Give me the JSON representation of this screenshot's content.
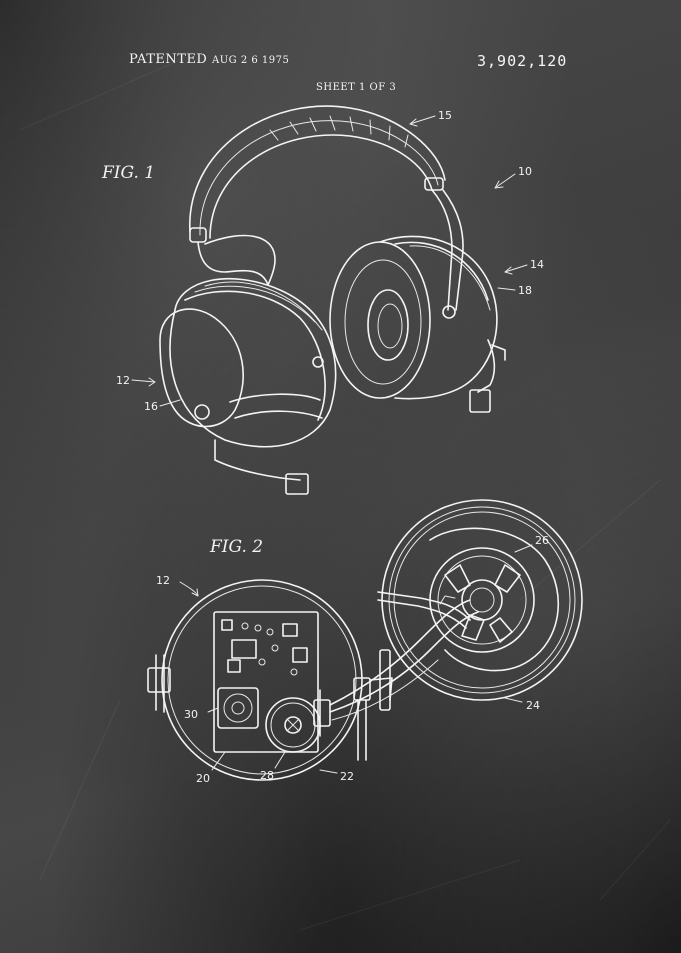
{
  "header": {
    "patented_label": "PATENTED",
    "patent_date": "AUG 2 6 1975",
    "patent_number": "3,902,120",
    "sheet": "SHEET 1 OF 3"
  },
  "figures": {
    "fig1_label": "FIG. 1",
    "fig2_label": "FIG. 2"
  },
  "reference_numerals": {
    "r15": "15",
    "r10": "10",
    "r14": "14",
    "r18": "18",
    "r12a": "12",
    "r16": "16",
    "r12b": "12",
    "r26": "26",
    "r30": "30",
    "r20": "20",
    "r28": "28",
    "r22": "22",
    "r24": "24"
  },
  "colors": {
    "background": "#3d3d3d",
    "ink": "#f4f4f4"
  }
}
